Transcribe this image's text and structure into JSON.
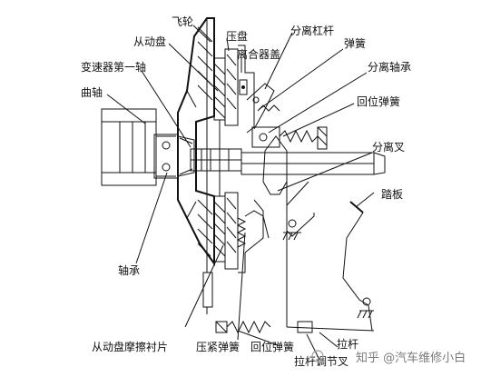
{
  "labels": {
    "flywheel": "飞轮",
    "driven_disc": "从动盘",
    "pressure_plate": "压盘",
    "clutch_cover": "离合器盖",
    "release_lever": "分离杠杆",
    "spring": "弹簧",
    "release_bearing": "分离轴承",
    "return_spring_top": "回位弹簧",
    "release_fork": "分离叉",
    "gearbox_shaft": "变速器第一轴",
    "crankshaft": "曲轴",
    "pedal": "踏板",
    "bearing": "轴承",
    "friction_lining": "从动盘摩擦衬片",
    "pressure_spring": "压紧弹簧",
    "return_spring_bottom": "回位弹簧",
    "pull_rod": "拉杆",
    "pull_rod_adjust_fork": "拉杆调节叉"
  },
  "watermark": "知乎 @汽车维修小白"
}
